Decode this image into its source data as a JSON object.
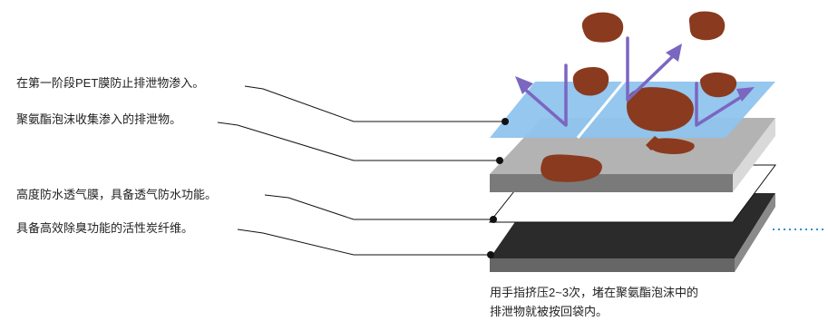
{
  "labels": [
    "在第一阶段PET膜防止排泄物渗入。",
    "聚氨酯泡沫收集渗入的排泄物。",
    "高度防水透气膜，具备透气防水功能。",
    "具备高效除臭功能的活性炭纤维。"
  ],
  "caption": {
    "line1": "用手指挤压2~3次，堵在聚氨酯泡沫中的",
    "line2": "排泄物就被按回袋内。"
  },
  "colors": {
    "pet_film": "#8fc4ee",
    "foam_top": "#b3b3b3",
    "foam_side": "#7a7a7a",
    "membrane": "#ffffff",
    "carbon_top": "#2b2b2b",
    "carbon_side": "#666666",
    "waste": "#8a3a1e",
    "arrow": "#7b66c0",
    "dotted": "#2a8fd6"
  }
}
